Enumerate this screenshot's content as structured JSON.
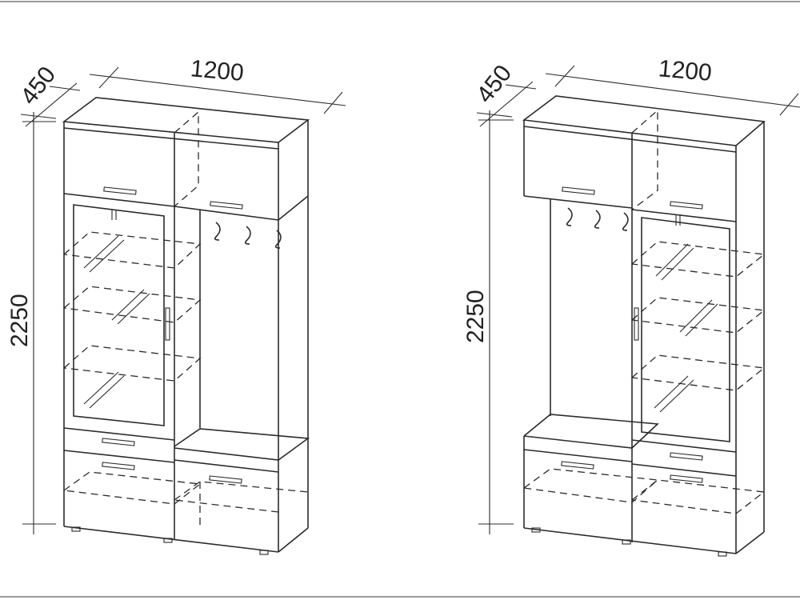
{
  "drawings": [
    {
      "name": "left-variant",
      "width_label": "1200",
      "depth_label": "450",
      "height_label": "2250"
    },
    {
      "name": "right-variant",
      "width_label": "1200",
      "depth_label": "450",
      "height_label": "2250"
    }
  ],
  "colors": {
    "line": "#2b2b2b",
    "frame": "#9a9a9a",
    "background": "#ffffff"
  }
}
